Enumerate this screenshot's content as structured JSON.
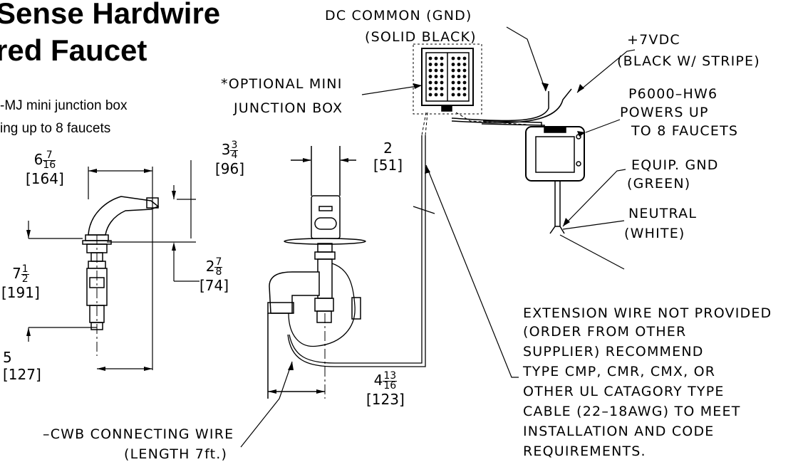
{
  "title": {
    "line1": "Sense Hardwire",
    "line2": "red Faucet"
  },
  "subtitle": {
    "line1": "-MJ mini junction box",
    "line2": "ing up to 8 faucets"
  },
  "labels": {
    "dc_common": "DC COMMON (GND)",
    "solid_black": "(SOLID BLACK)",
    "plus_7vdc": "+7VDC",
    "black_stripe": "(BLACK W/ STRIPE)",
    "optional_mini": "*OPTIONAL MINI",
    "junction_box": "JUNCTION BOX",
    "p6000_1": "P6000–HW6",
    "p6000_2": "POWERS UP",
    "p6000_3": "TO 8 FAUCETS",
    "equip_gnd": "EQUIP. GND",
    "green": "(GREEN)",
    "neutral": "NEUTRAL",
    "white": "(WHITE)",
    "ext_1": "EXTENSION WIRE NOT PROVIDED",
    "ext_2": "(ORDER FROM OTHER",
    "ext_3": "SUPPLIER) RECOMMEND",
    "ext_4": "TYPE CMP, CMR, CMX, OR",
    "ext_5": "OTHER UL CATAGORY TYPE",
    "ext_6": "CABLE (22–18AWG) TO MEET",
    "ext_7": "INSTALLATION AND CODE",
    "ext_8": "REQUIREMENTS.",
    "cwb_1": "–CWB CONNECTING WIRE",
    "cwb_2": "(LENGTH 7ft.)"
  },
  "dimensions": {
    "d_6_7_16": {
      "whole": "6",
      "num": "7",
      "den": "16",
      "metric": "[164]"
    },
    "d_3_3_4": {
      "whole": "3",
      "num": "3",
      "den": "4",
      "metric": "[96]"
    },
    "d_2": {
      "whole": "2",
      "metric": "[51]"
    },
    "d_7_1_2": {
      "whole": "7",
      "num": "1",
      "den": "2",
      "metric": "[191]"
    },
    "d_2_7_8": {
      "whole": "2",
      "num": "7",
      "den": "8",
      "metric": "[74]"
    },
    "d_5": {
      "whole": "5",
      "metric": "[127]"
    },
    "d_4_13_16": {
      "whole": "4",
      "num": "13",
      "den": "16",
      "metric": "[123]"
    }
  }
}
